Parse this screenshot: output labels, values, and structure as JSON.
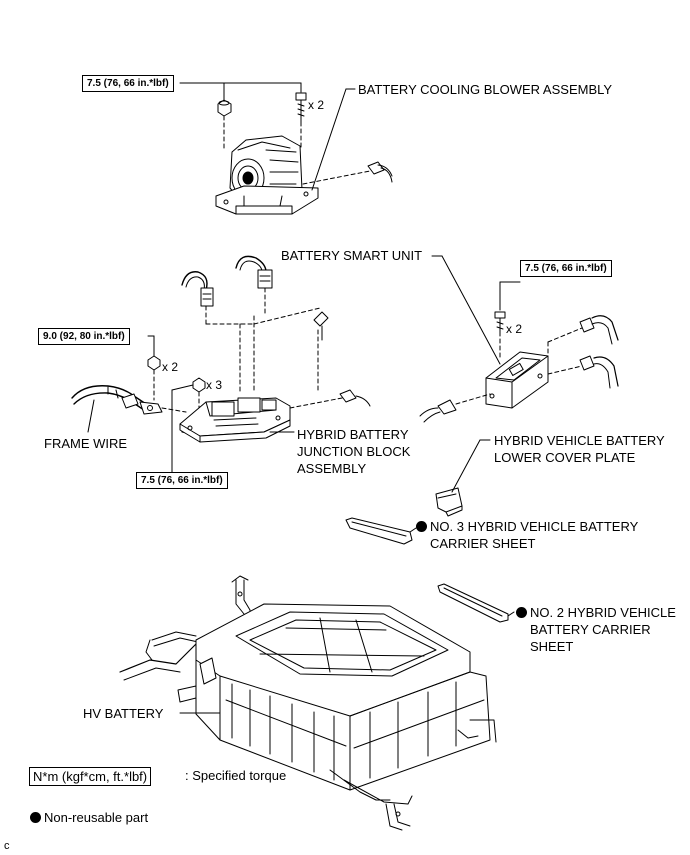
{
  "torques": {
    "blower": "7.5 (76, 66 in.*lbf)",
    "smart_unit": "7.5 (76, 66 in.*lbf)",
    "frame_wire": "9.0 (92, 80 in.*lbf)",
    "junction_block": "7.5 (76, 66 in.*lbf)"
  },
  "quantities": {
    "blower_bolts": "x 2",
    "smart_unit_bolts": "x 2",
    "frame_wire_nuts": "x 2",
    "junction_block_nuts": "x 3"
  },
  "labels": {
    "blower": "BATTERY COOLING BLOWER ASSEMBLY",
    "smart_unit": "BATTERY SMART UNIT",
    "frame_wire": "FRAME WIRE",
    "junction_block": [
      "HYBRID BATTERY",
      "JUNCTION BLOCK",
      "ASSEMBLY"
    ],
    "lower_cover_plate": [
      "HYBRID VEHICLE BATTERY",
      "LOWER COVER PLATE"
    ],
    "no3_sheet": [
      "NO. 3 HYBRID VEHICLE BATTERY",
      "CARRIER SHEET"
    ],
    "no2_sheet": [
      "NO. 2 HYBRID VEHICLE",
      "BATTERY CARRIER",
      "SHEET"
    ],
    "hv_battery": "HV BATTERY"
  },
  "legend": {
    "torque_units": "N*m (kgf*cm, ft.*lbf)",
    "torque_text": ": Specified torque",
    "non_reusable": "Non-reusable part"
  },
  "figure_code": "c"
}
